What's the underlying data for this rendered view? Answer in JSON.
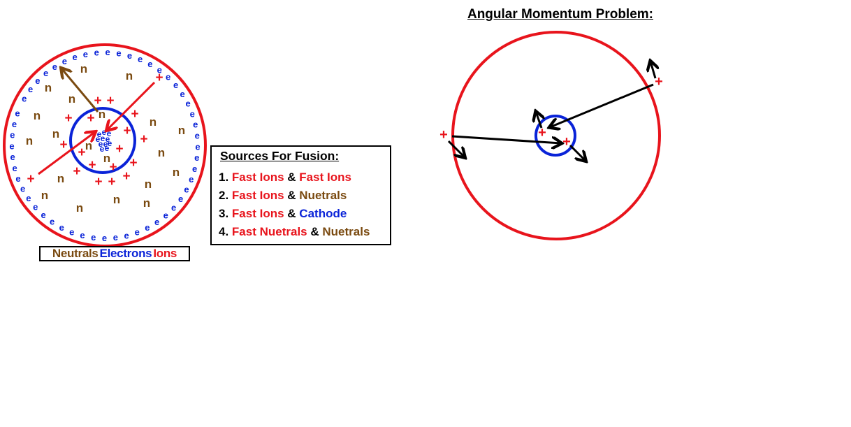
{
  "colors": {
    "ion": "#e8141c",
    "electron": "#0a23d8",
    "neutral": "#7a4a10",
    "arrow": "#000000"
  },
  "symbols": {
    "electron": "e",
    "neutral": "n",
    "ion": "+"
  },
  "legend": {
    "neutrals": "Neutrals",
    "electrons": "Electrons",
    "ions": "Ions"
  },
  "sources": {
    "title": "Sources For Fusion:",
    "items": [
      {
        "num": "1.",
        "a": "Fast Ions",
        "sep": "&",
        "b": "Fast Ions",
        "b_kind": "ion"
      },
      {
        "num": "2.",
        "a": "Fast Ions",
        "sep": "&",
        "b": "Nuetrals",
        "b_kind": "neutral"
      },
      {
        "num": "3.",
        "a": "Fast Ions",
        "sep": "&",
        "b": "Cathode",
        "b_kind": "electron"
      },
      {
        "num": "4.",
        "a": "Fast Nuetrals",
        "sep": "&",
        "b": "Nuetrals",
        "b_kind": "neutral"
      }
    ]
  },
  "angular": {
    "title": "Angular Momentum Problem:"
  }
}
